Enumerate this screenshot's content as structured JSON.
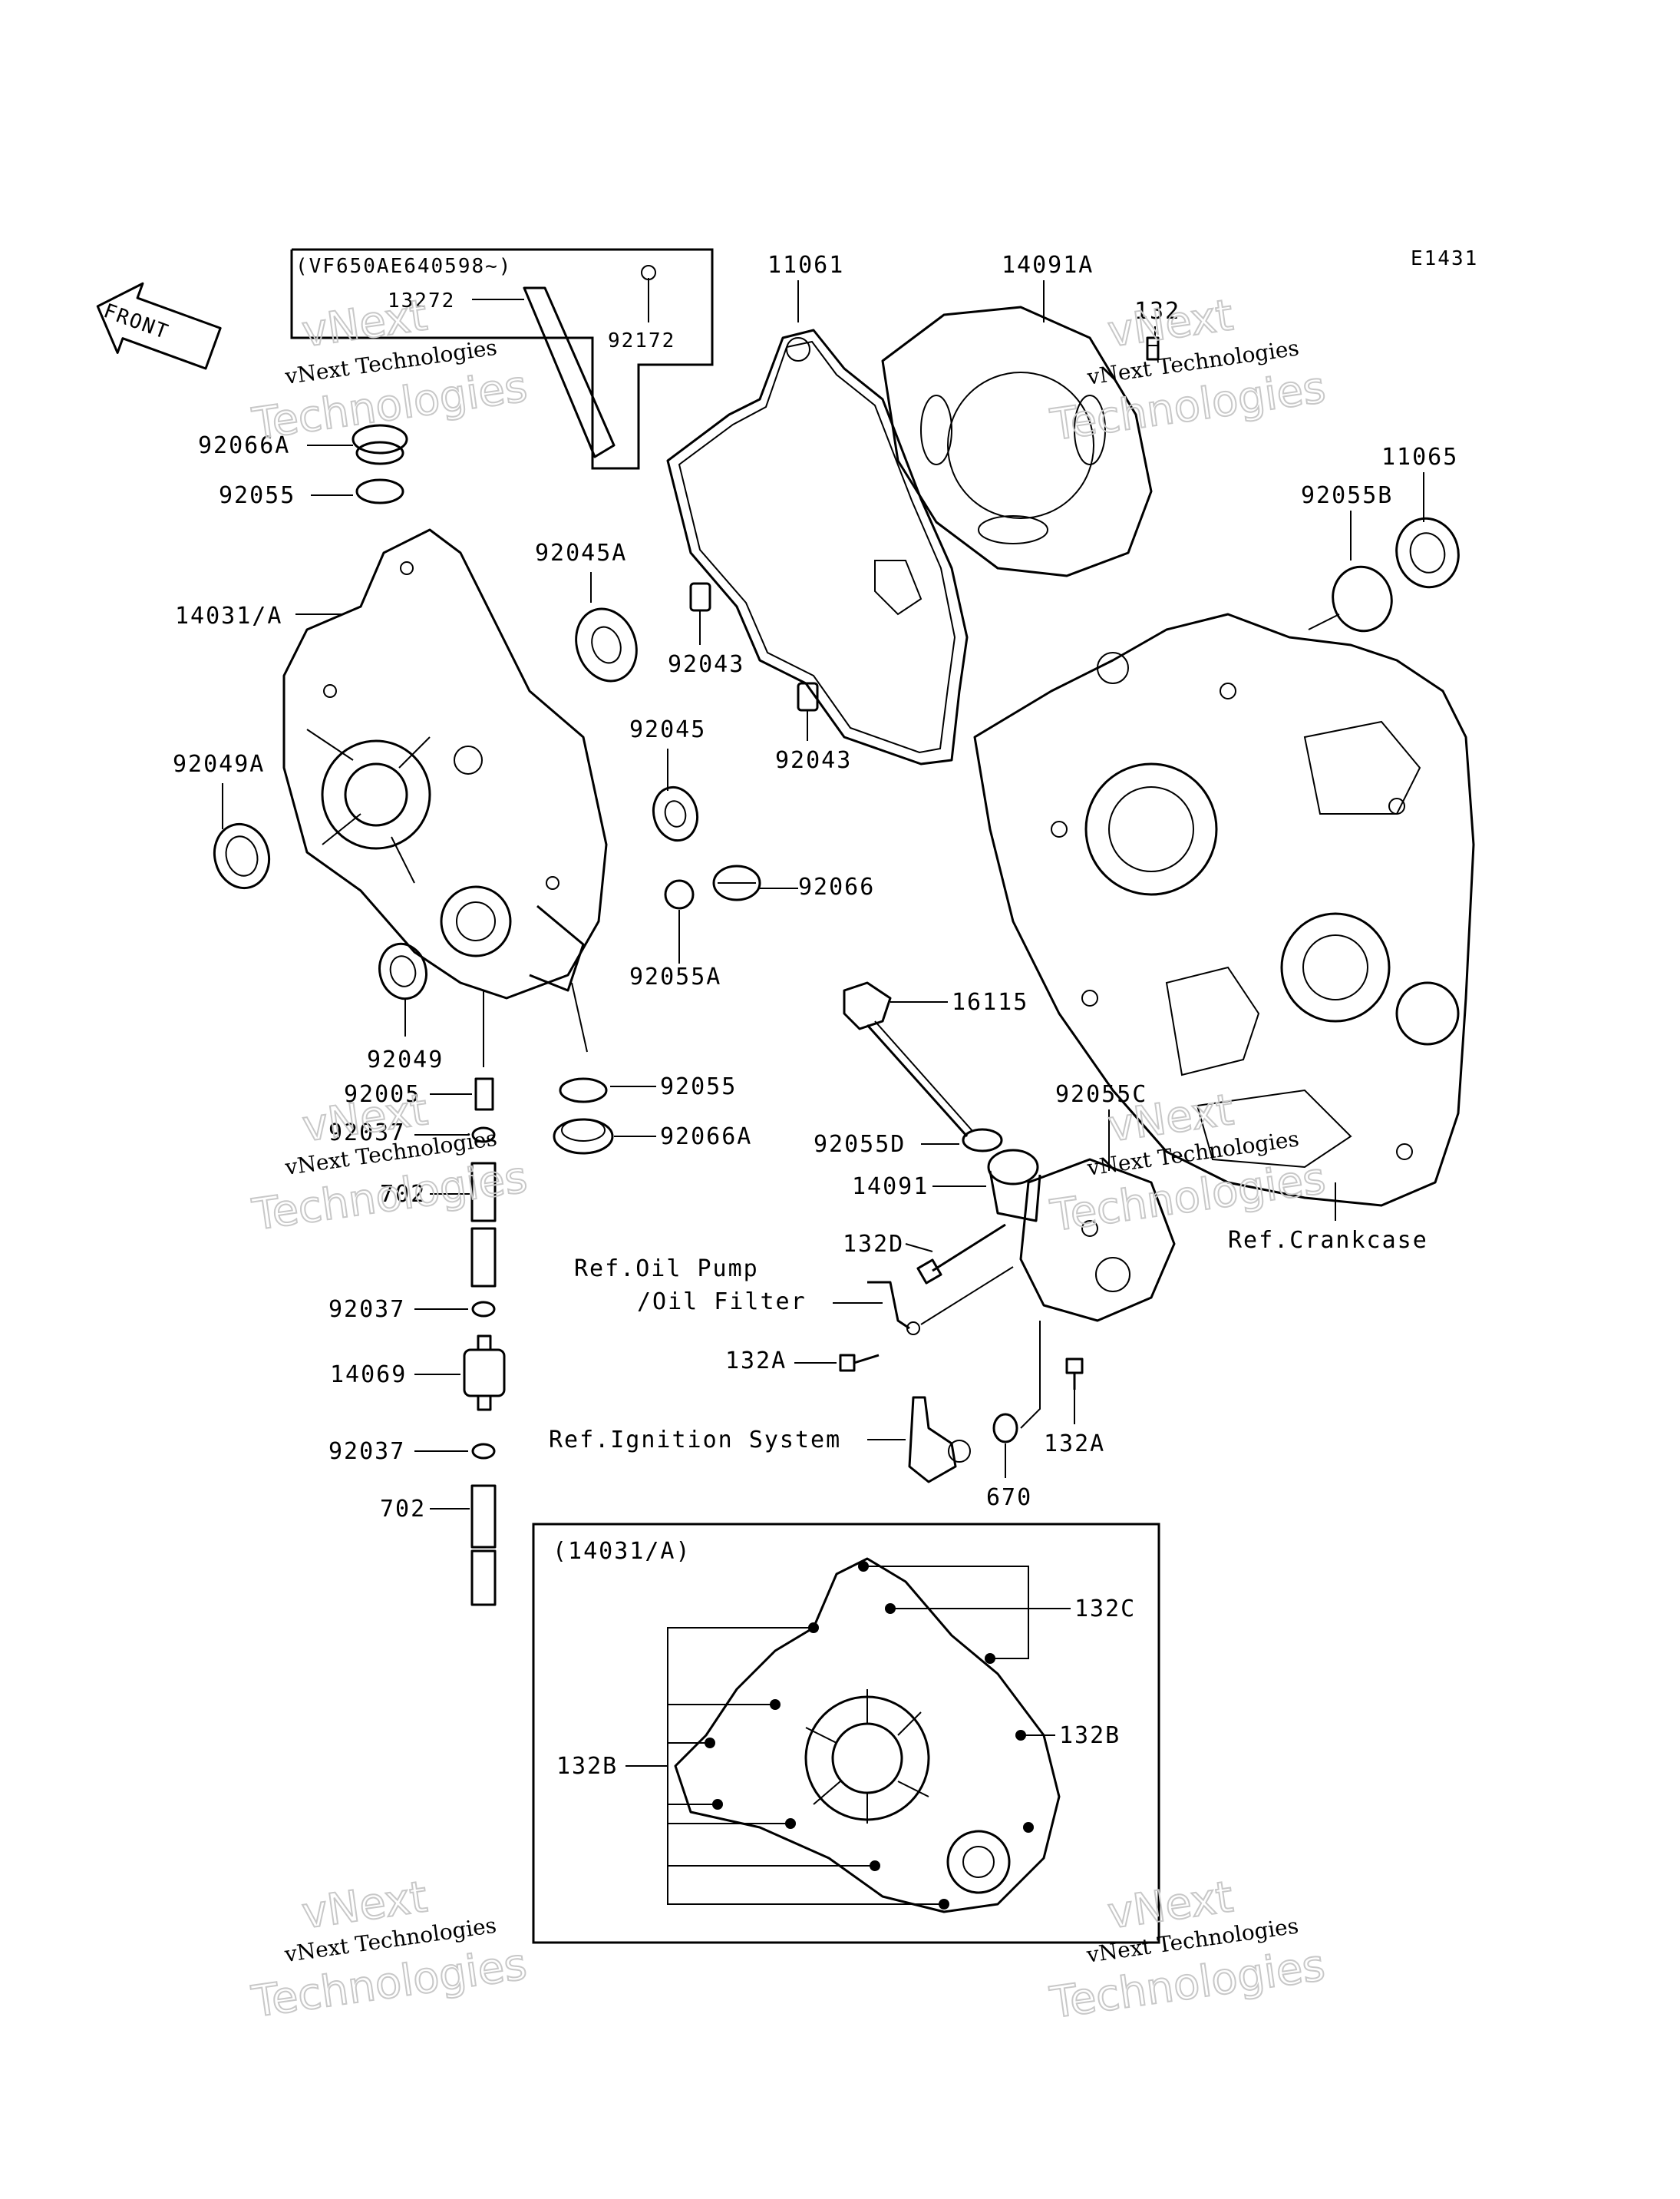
{
  "diagram_code": "E1431",
  "front_label": "FRONT",
  "serial_note": "(VF650AE640598~)",
  "inset_title": "(14031/A)",
  "watermark": {
    "line1": "vNext",
    "line2": "vNext Technologies",
    "line3": "Technologies"
  },
  "parts": {
    "p13272": "13272",
    "p92172": "92172",
    "p92066A_top": "92066A",
    "p92055_top": "92055",
    "p14031A": "14031/A",
    "p92045A": "92045A",
    "p92049A": "92049A",
    "p92045": "92045",
    "p92066": "92066",
    "p92055A": "92055A",
    "p92049": "92049",
    "p92005": "92005",
    "p92037_a": "92037",
    "p702_a": "702",
    "p92055_mid": "92055",
    "p92066A_mid": "92066A",
    "p92037_b": "92037",
    "p14069": "14069",
    "p92037_c": "92037",
    "p702_b": "702",
    "p11061": "11061",
    "p14091A": "14091A",
    "p132": "132",
    "p11065": "11065",
    "p92055B": "92055B",
    "p92043_a": "92043",
    "p92043_b": "92043",
    "p16115": "16115",
    "p92055C": "92055C",
    "p92055D": "92055D",
    "p14091": "14091",
    "p132D": "132D",
    "p132A_a": "132A",
    "p132A_b": "132A",
    "p670": "670",
    "p132C": "132C",
    "p132B_right": "132B",
    "p132B_left": "132B"
  },
  "refs": {
    "crankcase": "Ref.Crankcase",
    "oil_pump_1": "Ref.Oil Pump",
    "oil_pump_2": "/Oil Filter",
    "ignition": "Ref.Ignition System"
  }
}
